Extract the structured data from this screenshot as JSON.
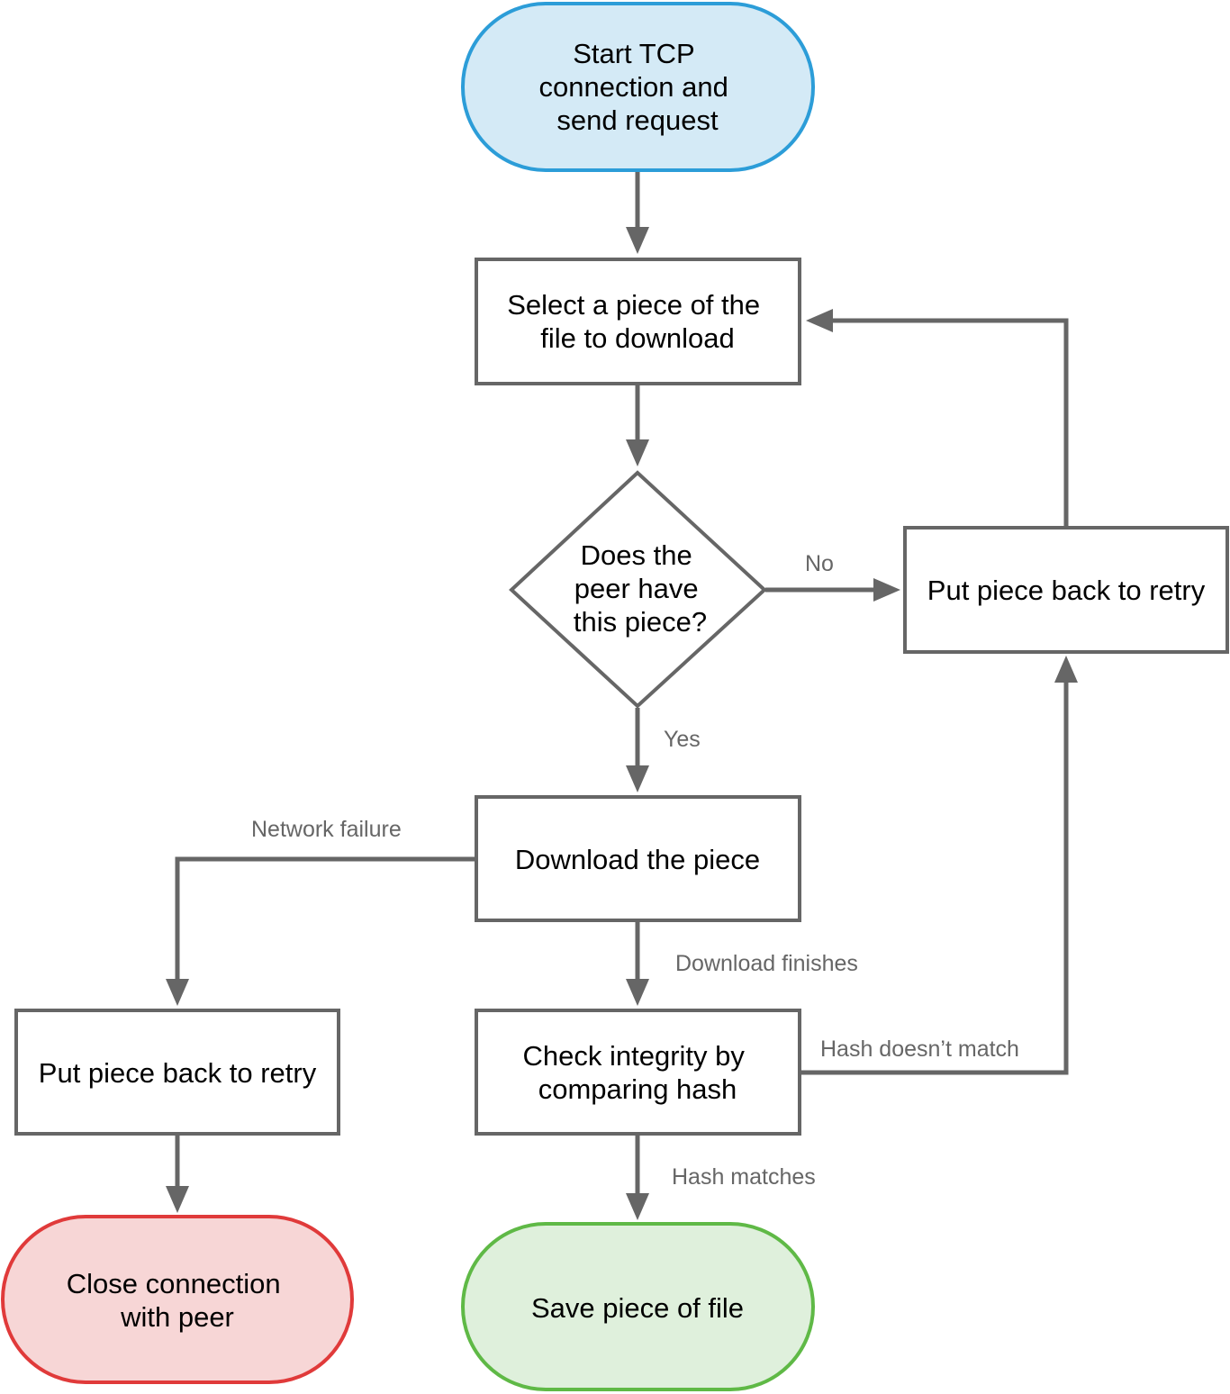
{
  "colors": {
    "edge": "#666666",
    "start_fill": "#d4eaf6",
    "start_stroke": "#2c9dd8",
    "error_fill": "#f7d6d6",
    "error_stroke": "#e03a3a",
    "success_fill": "#dff0dc",
    "success_stroke": "#5fb946",
    "box_stroke": "#666666"
  },
  "nodes": {
    "start": {
      "lines": [
        "Start TCP",
        "connection and",
        "send request"
      ]
    },
    "select": {
      "lines": [
        "Select a piece of the",
        "file to download"
      ]
    },
    "decision": {
      "lines": [
        "Does the",
        "peer have",
        "this piece?"
      ]
    },
    "retry_right": {
      "lines": [
        "Put piece back to retry"
      ]
    },
    "download": {
      "lines": [
        "Download the piece"
      ]
    },
    "retry_left": {
      "lines": [
        "Put piece back to retry"
      ]
    },
    "check": {
      "lines": [
        "Check integrity by",
        "comparing hash"
      ]
    },
    "close": {
      "lines": [
        "Close connection",
        "with peer"
      ]
    },
    "save": {
      "lines": [
        "Save piece of file"
      ]
    }
  },
  "edge_labels": {
    "no": "No",
    "yes": "Yes",
    "network_failure": "Network failure",
    "download_finishes": "Download finishes",
    "hash_mismatch": "Hash doesn’t match",
    "hash_matches": "Hash matches"
  }
}
